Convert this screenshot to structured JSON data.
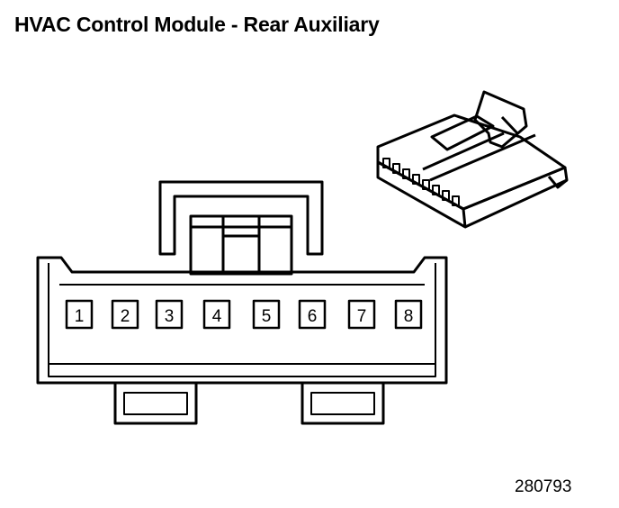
{
  "title": "HVAC Control Module - Rear Auxiliary",
  "figure_id": "280793",
  "connector": {
    "pins": [
      "1",
      "2",
      "3",
      "4",
      "5",
      "6",
      "7",
      "8"
    ]
  },
  "colors": {
    "line": "#000000",
    "background": "#ffffff"
  }
}
